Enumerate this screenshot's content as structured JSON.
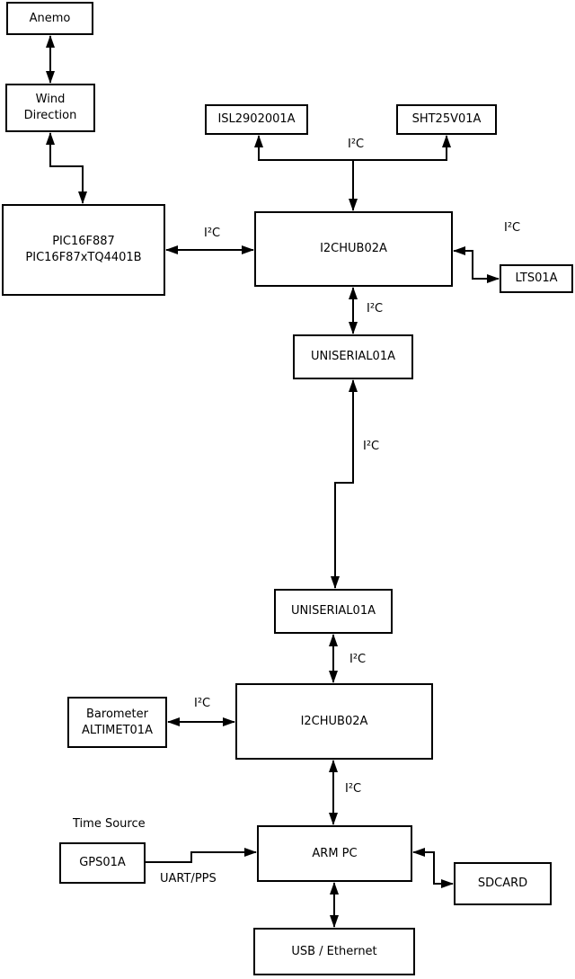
{
  "diagram": {
    "boxes": {
      "anemo": "Anemo",
      "wind_direction": "Wind\nDirection",
      "pic": "PIC16F887\nPIC16F87xTQ4401B",
      "isl": "ISL2902001A",
      "sht": "SHT25V01A",
      "i2chub_top": "I2CHUB02A",
      "lts": "LTS01A",
      "uniserial_top": "UNISERIAL01A",
      "uniserial_bottom": "UNISERIAL01A",
      "i2chub_bottom": "I2CHUB02A",
      "barometer": "Barometer\nALTIMET01A",
      "gps": "GPS01A",
      "arm_pc": "ARM PC",
      "sdcard": "SDCARD",
      "usb_ethernet": "USB / Ethernet"
    },
    "wire_labels": {
      "i2c": "I²C",
      "uart_pps": "UART/PPS",
      "time_source": "Time Source"
    }
  }
}
